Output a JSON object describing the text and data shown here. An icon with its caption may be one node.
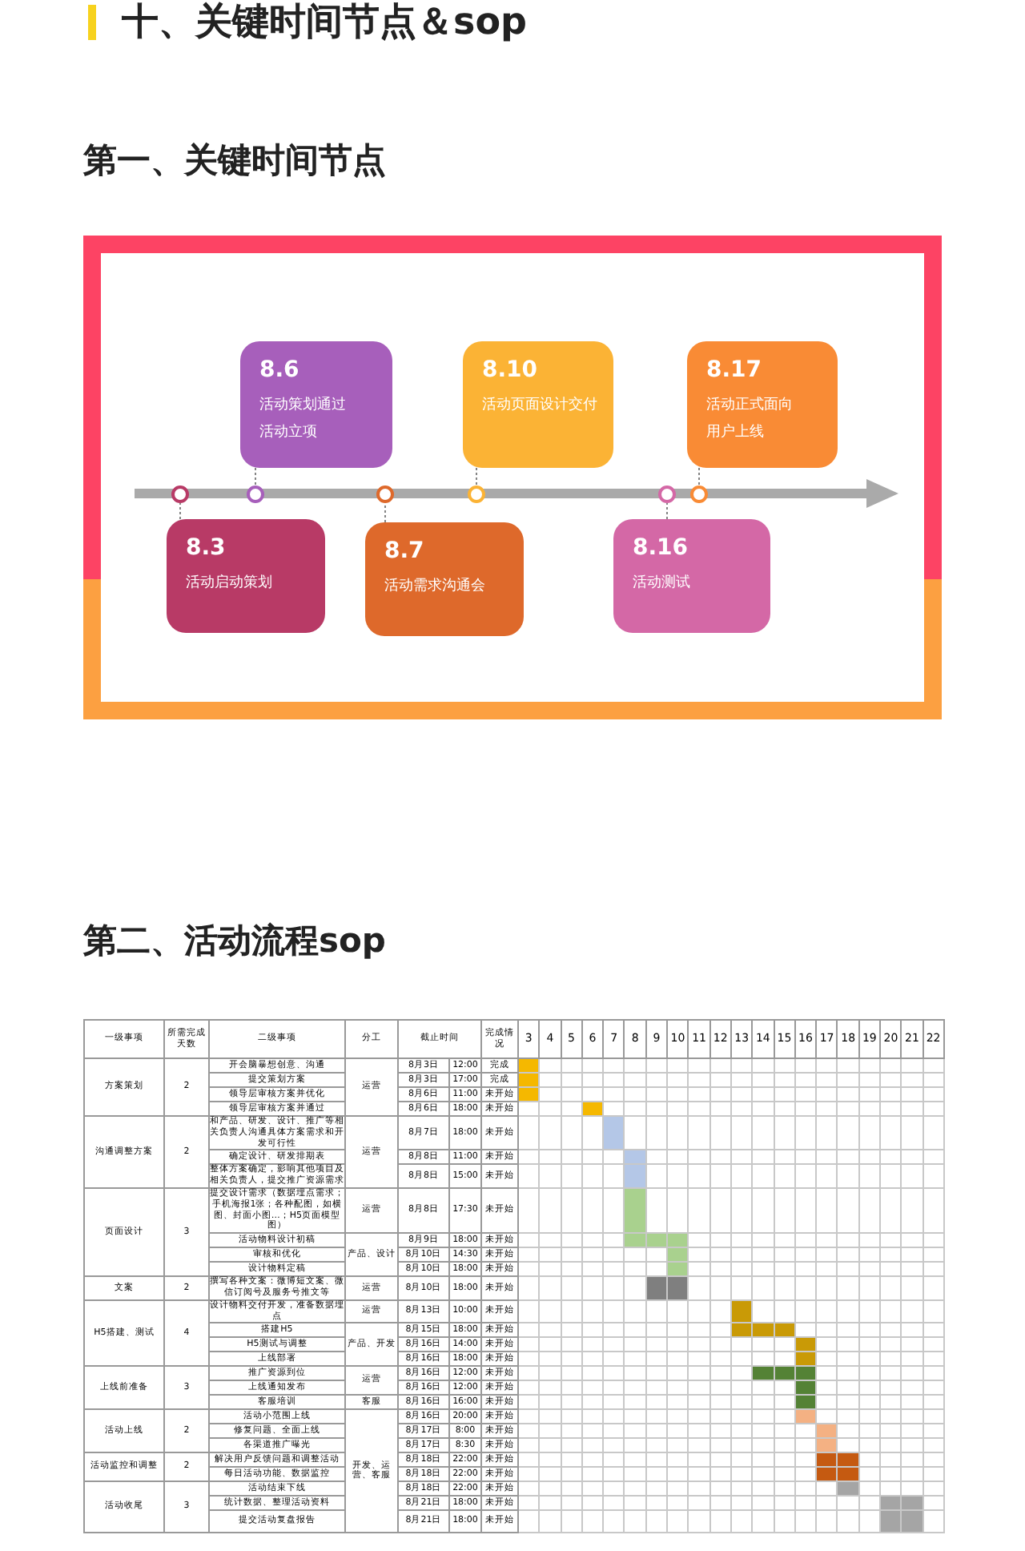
{
  "diagram": {
    "title": "十、关键时间节点＆sop",
    "nodes": [
      {
        "text": [
          "8.6",
          "活动策划通过活动立项"
        ]
      },
      {
        "text": [
          "8.10",
          "活动页面设计交付"
        ]
      },
      {
        "text": [
          "8.17",
          "活动正式面向用户上线"
        ]
      },
      {
        "text": [
          "8.3",
          "活动启动策划"
        ]
      },
      {
        "text": [
          "8.7",
          "活动需求沟通会"
        ]
      },
      {
        "text": [
          "8.16",
          "活动测试"
        ]
      },
      {
        "text": [],
        "shape": "circle"
      },
      {
        "text": [],
        "shape": "circle"
      },
      {
        "text": [],
        "shape": "circle"
      },
      {
        "text": [],
        "shape": "circle"
      },
      {
        "text": [],
        "shape": "circle"
      },
      {
        "text": [],
        "shape": "circle"
      }
    ],
    "edges": [
      {
        "from": 0,
        "to": 7,
        "arrow": "none",
        "style": "dashed"
      },
      {
        "from": 1,
        "to": 9,
        "arrow": "none",
        "style": "dashed"
      },
      {
        "from": 2,
        "to": 11,
        "arrow": "none",
        "style": "dashed"
      },
      {
        "from": 3,
        "to": 6,
        "arrow": "none",
        "style": "dashed"
      },
      {
        "from": 4,
        "to": 8,
        "arrow": "none",
        "style": "dashed"
      },
      {
        "from": 5,
        "to": 10,
        "arrow": "none",
        "style": "dashed"
      }
    ],
    "labels": [
      "第一、关键时间节点",
      "第二、活动流程sop",
      "一级事项",
      "所需完成天数",
      "二级事项",
      "分工",
      "截止时间",
      "完成情况",
      "3",
      "4",
      "5",
      "6",
      "7",
      "8",
      "9",
      "10",
      "11",
      "12",
      "13",
      "14",
      "15",
      "16",
      "17",
      "18",
      "19",
      "20",
      "21",
      "22",
      "方案策划",
      "2",
      "开会脑暴想创意、沟通",
      "运营",
      "8月3日",
      "12:00",
      "完成",
      "提交策划方案",
      "8月3日",
      "17:00",
      "完成",
      "领导层审核方案并优化",
      "8月6日",
      "11:00",
      "未开始",
      "领导层审核方案并通过",
      "8月6日",
      "18:00",
      "未开始",
      "沟通调整方案",
      "2",
      "和产品、研发、设计、推广等相关负责人沟通具体方案需求和开发可行性",
      "运营",
      "8月7日",
      "18:00",
      "未开始",
      "确定设计、研发排期表",
      "8月8日",
      "11:00",
      "未开始",
      "整体方案确定，影响其他项目及相关负责人，提交推广资源需求",
      "8月8日",
      "15:00",
      "未开始",
      "页面设计",
      "3",
      "提交设计需求（数据埋点需求；手机海报1张；各种配图，如横图、封面小图…；H5页面模型图）",
      "运营",
      "8月8日",
      "17:30",
      "未开始",
      "活动物料设计初稿",
      "产品、设计",
      "8月9日",
      "18:00",
      "未开始",
      "审核和优化",
      "8月10日",
      "14:30",
      "未开始",
      "设计物料定稿",
      "8月10日",
      "18:00",
      "未开始",
      "文案",
      "2",
      "撰写各种文案：微博短文案、微信订阅号及服务号推文等",
      "运营",
      "8月10日",
      "18:00",
      "未开始",
      "H5搭建、测试",
      "4",
      "设计物料交付开发，准备数据埋点",
      "运营",
      "8月13日",
      "10:00",
      "未开始",
      "搭建H5",
      "产品、开发",
      "8月15日",
      "18:00",
      "未开始",
      "H5测试与调整",
      "8月16日",
      "14:00",
      "未开始",
      "上线部署",
      "8月16日",
      "18:00",
      "未开始",
      "上线前准备",
      "3",
      "推广资源到位",
      "运营",
      "8月16日",
      "12:00",
      "未开始",
      "上线通知发布",
      "8月16日",
      "12:00",
      "未开始",
      "客服培训",
      "客服",
      "8月16日",
      "16:00",
      "未开始",
      "活动上线",
      "2",
      "活动小范围上线",
      "开发、运营、客服",
      "8月16日",
      "20:00",
      "未开始",
      "修复问题、全面上线",
      "8月17日",
      "8:00",
      "未开始",
      "各渠道推广曝光",
      "8月17日",
      "8:30",
      "未开始",
      "活动监控和调整",
      "2",
      "解决用户反馈问题和调整活动",
      "8月18日",
      "22:00",
      "未开始",
      "每日活动功能、数据监控",
      "8月18日",
      "22:00",
      "未开始",
      "活动收尾",
      "3",
      "活动结束下线",
      "8月18日",
      "22:00",
      "未开始",
      "统计数据、整理活动资料",
      "8月21日",
      "18:00",
      "未开始",
      "提交活动复盘报告",
      "8月21日",
      "18:00",
      "未开始"
    ]
  }
}
